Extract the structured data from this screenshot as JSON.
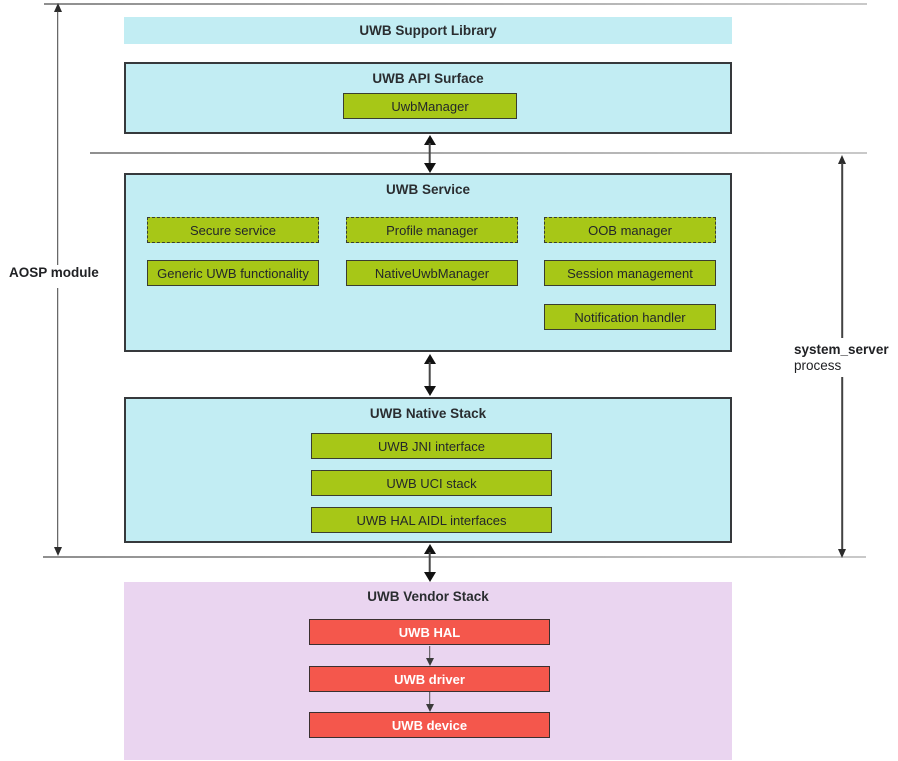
{
  "colors": {
    "cyan_box": "#c2edf3",
    "lavender_box": "#ead5f0",
    "green_module": "#a7c717",
    "red_module": "#f4574c",
    "dark_text": "#202124",
    "white_text": "#ffffff"
  },
  "brackets": {
    "left_label": "AOSP module",
    "right_label_line1": "system_server",
    "right_label_line2": "process"
  },
  "support_library": {
    "title": "UWB Support Library"
  },
  "api_surface": {
    "title": "UWB API Surface",
    "uwb_manager": "UwbManager"
  },
  "service": {
    "title": "UWB Service",
    "dashed_modules": [
      "Secure service",
      "Profile manager",
      "OOB manager"
    ],
    "solid_modules": [
      "Generic UWB functionality",
      "NativeUwbManager",
      "Session management",
      "Notification handler"
    ]
  },
  "native_stack": {
    "title": "UWB Native Stack",
    "modules": [
      "UWB JNI interface",
      "UWB UCI stack",
      "UWB HAL AIDL interfaces"
    ]
  },
  "vendor_stack": {
    "title": "UWB Vendor Stack",
    "modules": [
      "UWB HAL",
      "UWB driver",
      "UWB device"
    ]
  }
}
